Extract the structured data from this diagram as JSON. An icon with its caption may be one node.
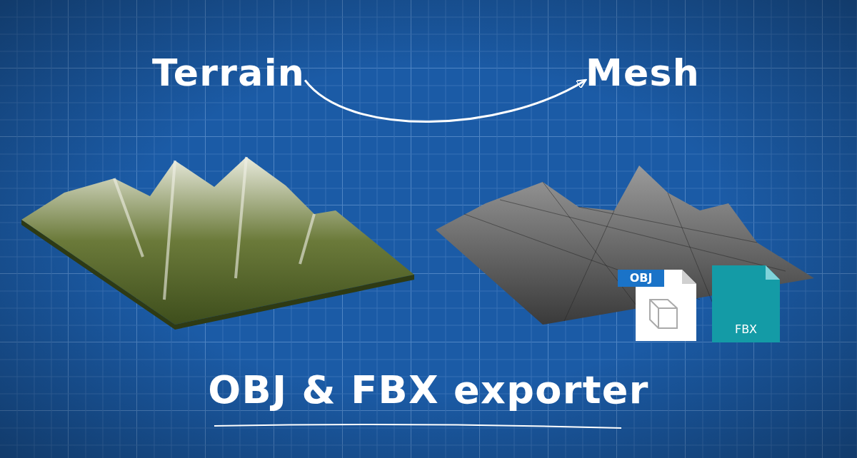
{
  "diagram": {
    "title": "OBJ & FBX exporter",
    "nodes": [
      {
        "text": [
          "Terrain"
        ]
      },
      {
        "text": [
          "Mesh"
        ]
      }
    ],
    "edges": [
      {
        "from": 0,
        "to": 1,
        "arrow": "to"
      }
    ],
    "labels": [
      "OBJ",
      "FBX"
    ]
  }
}
